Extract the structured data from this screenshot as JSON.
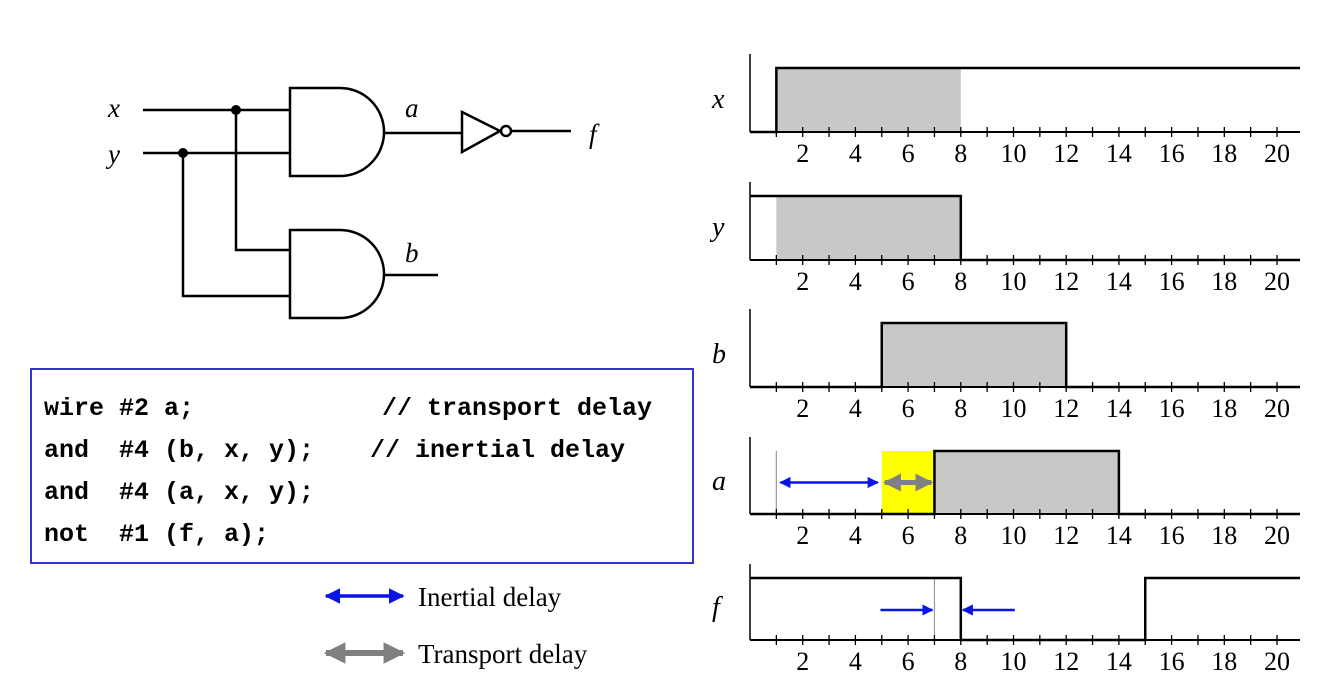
{
  "circuit": {
    "inputs": [
      "x",
      "y"
    ],
    "wires": [
      "a",
      "b"
    ],
    "output": "f"
  },
  "code": {
    "lines": [
      {
        "stmt": "wire #2 a;",
        "comment": "// transport delay"
      },
      {
        "stmt": "and  #4 (b, x, y);",
        "comment": "// inertial delay"
      },
      {
        "stmt": "and  #4 (a, x, y);",
        "comment": ""
      },
      {
        "stmt": "not  #1 (f, a);",
        "comment": ""
      }
    ]
  },
  "legend": {
    "inertial": "Inertial delay",
    "transport": "Transport delay",
    "colors": {
      "inertial": "#0a14e6",
      "transport": "#808080",
      "highlight": "#ffff00",
      "shade": "#c8c8c8"
    }
  },
  "chart_data": {
    "type": "timing",
    "x_ticks": [
      2,
      4,
      6,
      8,
      10,
      12,
      14,
      16,
      18,
      20
    ],
    "xlim": [
      0,
      21
    ],
    "signals": [
      {
        "name": "x",
        "transitions": [
          [
            0,
            0
          ],
          [
            1,
            1
          ]
        ],
        "shaded": [
          [
            1,
            8
          ]
        ]
      },
      {
        "name": "y",
        "transitions": [
          [
            0,
            1
          ],
          [
            8,
            0
          ]
        ],
        "shaded": [
          [
            1,
            8
          ]
        ]
      },
      {
        "name": "b",
        "transitions": [
          [
            0,
            0
          ],
          [
            5,
            1
          ],
          [
            12,
            0
          ]
        ],
        "shaded": [
          [
            5,
            12
          ]
        ]
      },
      {
        "name": "a",
        "transitions": [
          [
            0,
            0
          ],
          [
            7,
            1
          ],
          [
            14,
            0
          ]
        ],
        "shaded": [
          [
            7,
            14
          ]
        ],
        "highlight": [
          [
            5,
            7
          ]
        ],
        "annotations": [
          {
            "kind": "inertial",
            "range": [
              1,
              5
            ]
          },
          {
            "kind": "transport",
            "range": [
              5,
              7
            ]
          }
        ],
        "markers": [
          1
        ]
      },
      {
        "name": "f",
        "transitions": [
          [
            0,
            1
          ],
          [
            8,
            0
          ],
          [
            15,
            1
          ]
        ],
        "annotations": [
          {
            "kind": "inertial-converge",
            "at": [
              7,
              8
            ]
          }
        ],
        "markers": [
          7
        ]
      }
    ]
  }
}
